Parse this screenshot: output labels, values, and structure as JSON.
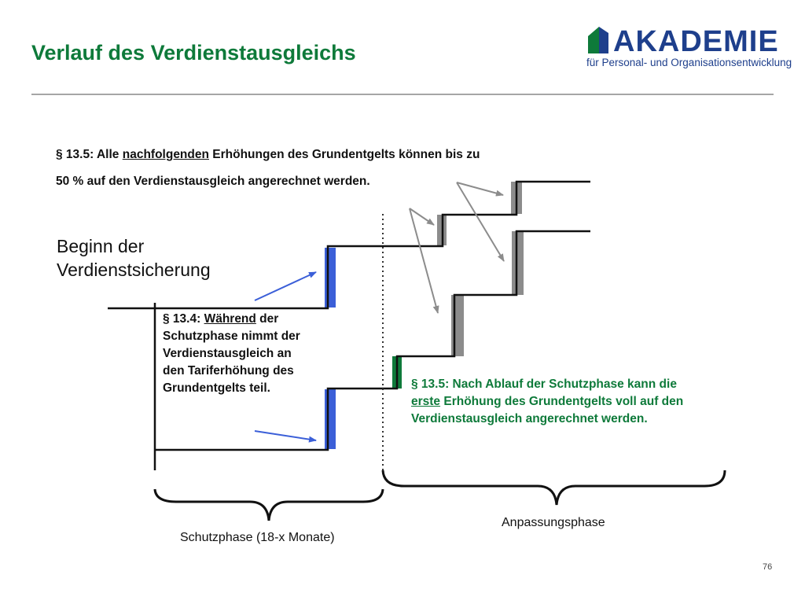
{
  "header": {
    "title": "Verlauf des Verdienstausgleichs",
    "logo_word": "AKADEMIE",
    "logo_subtitle": "für Personal- und Organisationsentwicklung"
  },
  "note_top": {
    "prefix": "§ 13.5: Alle ",
    "underlined": "nachfolgenden",
    "suffix": " Erhöhungen des Grundentgelts können bis zu",
    "line2": "50 % auf den Verdienstausgleich angerechnet werden."
  },
  "beginn": {
    "line1": "Beginn der",
    "line2": "Verdienstsicherung"
  },
  "note_134": {
    "prefix": "§ 13.4: ",
    "underlined": "Während",
    "suffix": " der",
    "line2": "Schutzphase nimmt der",
    "line3": "Verdienstausgleich an",
    "line4": "den Tariferhöhung des",
    "line5": "Grundentgelts teil."
  },
  "note_135b": {
    "line1": "§ 13.5: Nach Ablauf der Schutzphase kann die",
    "underlined": "erste",
    "line2_rest": " Erhöhung des Grundentgelts voll auf den",
    "line3": "Verdienstausgleich angerechnet werden."
  },
  "phases": {
    "schutzphase": "Schutzphase (18-x Monate)",
    "anpassungsphase": "Anpassungsphase"
  },
  "page_number": "76",
  "colors": {
    "green": "#0e7a3a",
    "blue": "#3b5fd8",
    "gray": "#8c8c8c",
    "navy": "#1e3f8c"
  }
}
